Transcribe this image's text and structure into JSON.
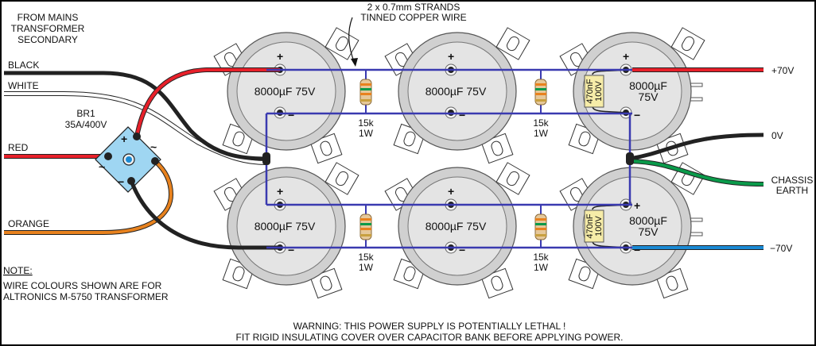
{
  "source_label": [
    "FROM MAINS",
    "TRANSFORMER",
    "SECONDARY"
  ],
  "input_wires": {
    "black": "BLACK",
    "white": "WHITE",
    "red": "RED",
    "orange": "ORANGE"
  },
  "bridge": {
    "name": "BR1",
    "rating": "35A/400V",
    "plus": "+",
    "minus": "−",
    "ac": "~"
  },
  "annotation": [
    "2 x 0.7mm STRANDS",
    "TINNED COPPER WIRE"
  ],
  "capacitor": {
    "value": "8000µF",
    "voltage": "75V",
    "plus": "+",
    "minus": "−"
  },
  "resistor": {
    "value": "15k",
    "power": "1W"
  },
  "bypass_cap": {
    "value": "470nF",
    "voltage": "100V"
  },
  "outputs": {
    "pos": "+70V",
    "zero": "0V",
    "earth": [
      "CHASSIS",
      "EARTH"
    ],
    "neg": "−70V"
  },
  "note": {
    "title": "NOTE:",
    "lines": [
      "WIRE COLOURS SHOWN ARE FOR",
      "ALTRONICS M-5750 TRANSFORMER"
    ]
  },
  "warning": [
    "WARNING: THIS POWER SUPPLY IS POTENTIALLY LETHAL !",
    "FIT RIGID INSULATING COVER OVER CAPACITOR BANK BEFORE APPLYING POWER."
  ],
  "colors": {
    "red": "#e8202a",
    "black": "#222222",
    "orange": "#e8821e",
    "green": "#0a9a4a",
    "blue_out": "#1a8ad4",
    "bus": "#3a3ab0",
    "bridge": "#9fd6f2",
    "cap_outer": "#d0d0d0",
    "cap_inner": "#e4e4e4",
    "bypass": "#f6eca8"
  }
}
